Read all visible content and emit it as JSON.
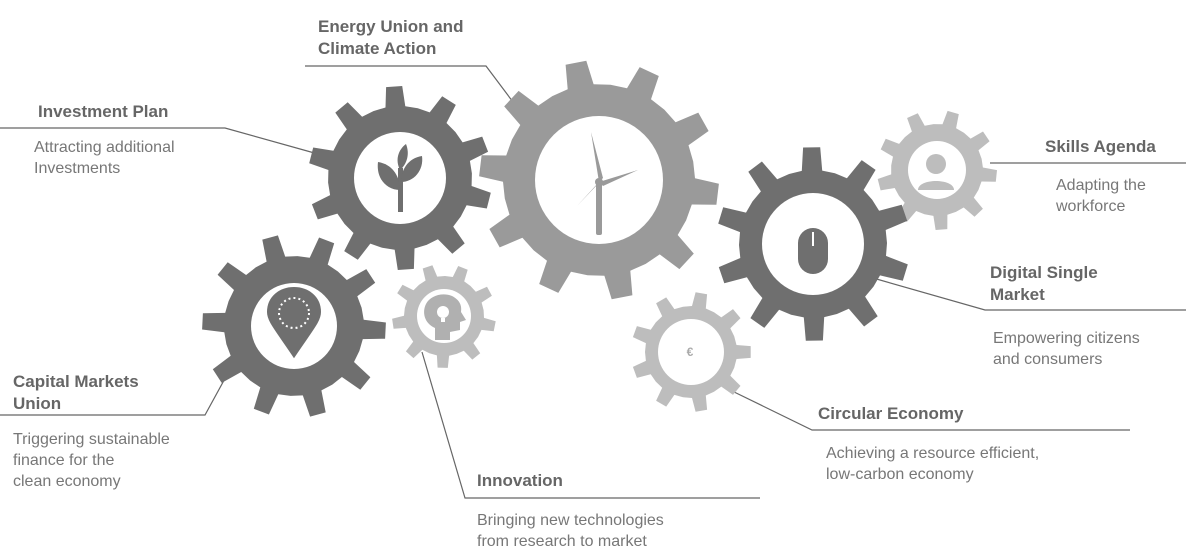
{
  "colors": {
    "dark_gear": "#6f6f6f",
    "mid_gear": "#9a9a9a",
    "light_gear": "#bdbdbd",
    "leader_line": "#666666",
    "title_text": "#666666",
    "desc_text": "#777777"
  },
  "items": {
    "energy_union": {
      "title": "Energy Union and\nClimate Action",
      "icon": "wind-turbine-icon"
    },
    "investment_plan": {
      "title": "Investment Plan",
      "desc": "Attracting additional\nInvestments",
      "icon": "plant-icon"
    },
    "skills_agenda": {
      "title": "Skills Agenda",
      "desc": "Adapting the\nworkforce",
      "icon": "person-icon"
    },
    "digital_single_market": {
      "title": "Digital Single\nMarket",
      "desc": "Empowering citizens\nand consumers",
      "icon": "computer-mouse-icon"
    },
    "capital_markets_union": {
      "title": "Capital Markets\nUnion",
      "desc": "Triggering sustainable\nfinance for the\nclean economy",
      "icon": "eu-map-pin-icon"
    },
    "innovation": {
      "title": "Innovation",
      "desc": "Bringing new technologies\nfrom research to market",
      "icon": "head-lightbulb-icon"
    },
    "circular_economy": {
      "title": "Circular Economy",
      "desc": "Achieving a resource efficient,\nlow-carbon economy",
      "icon": "recycling-euro-icon"
    }
  }
}
